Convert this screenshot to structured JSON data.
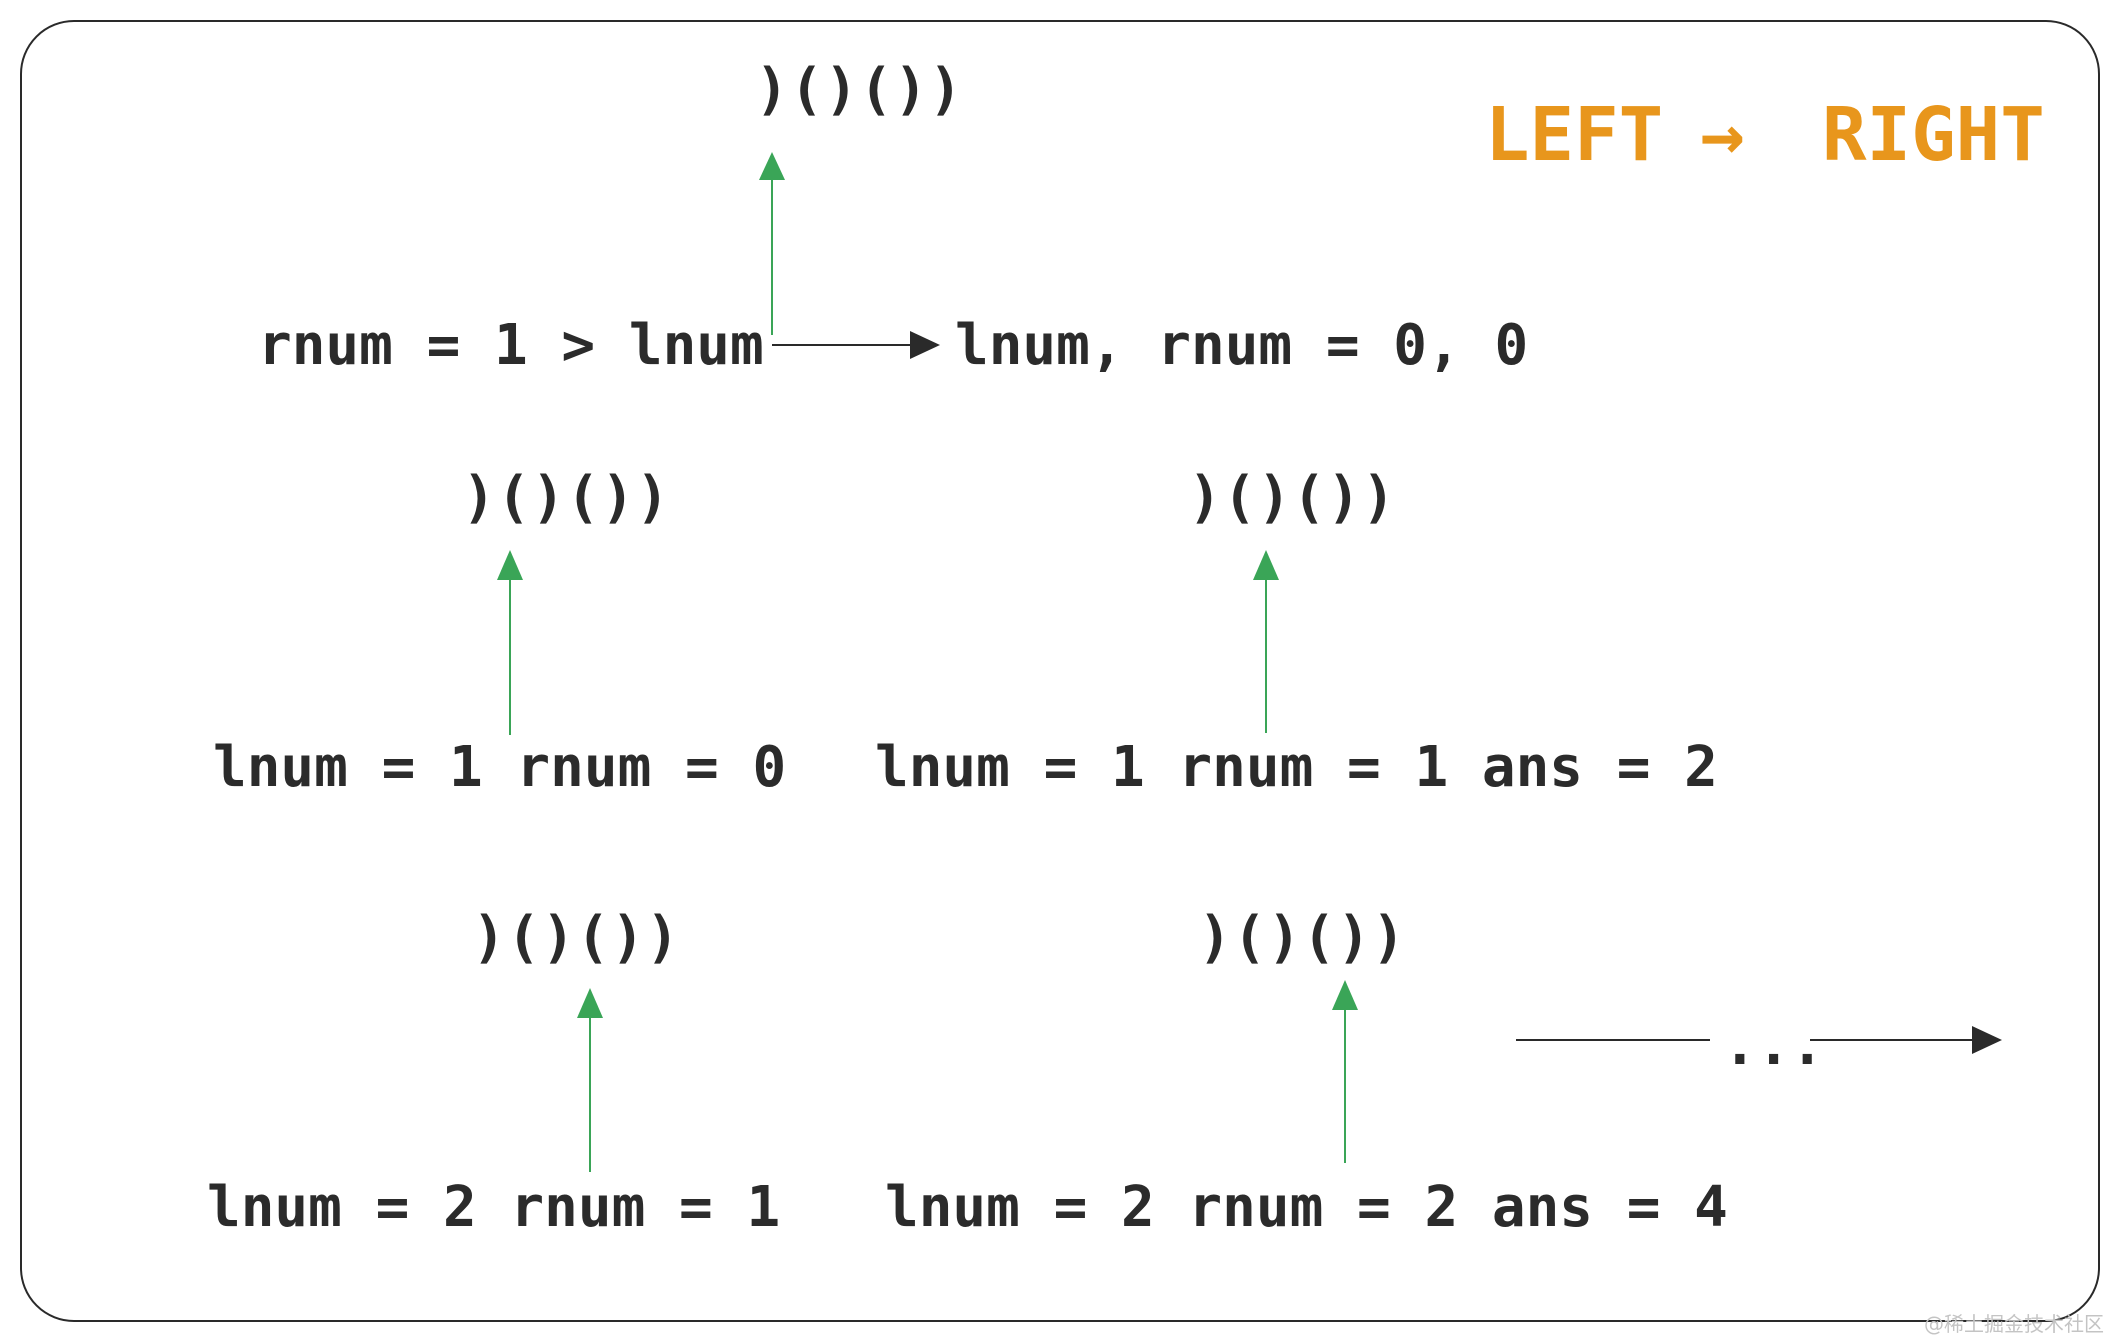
{
  "direction": {
    "left": "LEFT",
    "arrow": "→",
    "right": "RIGHT",
    "color": "#e8961c"
  },
  "bracket_string": ")()())",
  "steps": [
    {
      "bracket": ")()())",
      "expr": "rnum = 1 > lnum",
      "result": "lnum, rnum = 0, 0"
    },
    {
      "bracket": ")()())",
      "expr": "lnum = 1 rnum = 0"
    },
    {
      "bracket": ")()())",
      "expr": "lnum = 1 rnum = 1 ans = 2"
    },
    {
      "bracket": ")()())",
      "expr": "lnum = 2 rnum = 1"
    },
    {
      "bracket": ")()())",
      "expr": "lnum = 2 rnum = 2 ans = 4"
    }
  ],
  "continuation": "...",
  "watermark": "@稀土掘金技术社区",
  "colors": {
    "pointer_arrow": "#3aa557",
    "text": "#2b2b2b",
    "flow_arrow": "#2a2a2a"
  }
}
